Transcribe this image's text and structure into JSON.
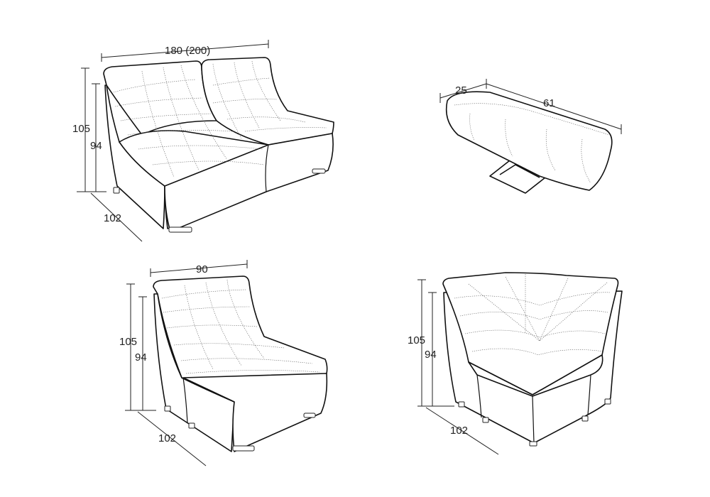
{
  "figures": {
    "sofa": {
      "width_label": "180 (200)",
      "height_label": "105",
      "seat_height_label": "94",
      "depth_label": "102"
    },
    "ottoman": {
      "width_label": "25",
      "length_label": "61"
    },
    "armless_chair": {
      "width_label": "90",
      "height_label": "105",
      "seat_height_label": "94",
      "depth_label": "102"
    },
    "corner_chair": {
      "height_label": "105",
      "seat_height_label": "94",
      "depth_label": "102"
    }
  },
  "colors": {
    "line": "#111111",
    "quilting": "#555555",
    "background": "#ffffff"
  }
}
